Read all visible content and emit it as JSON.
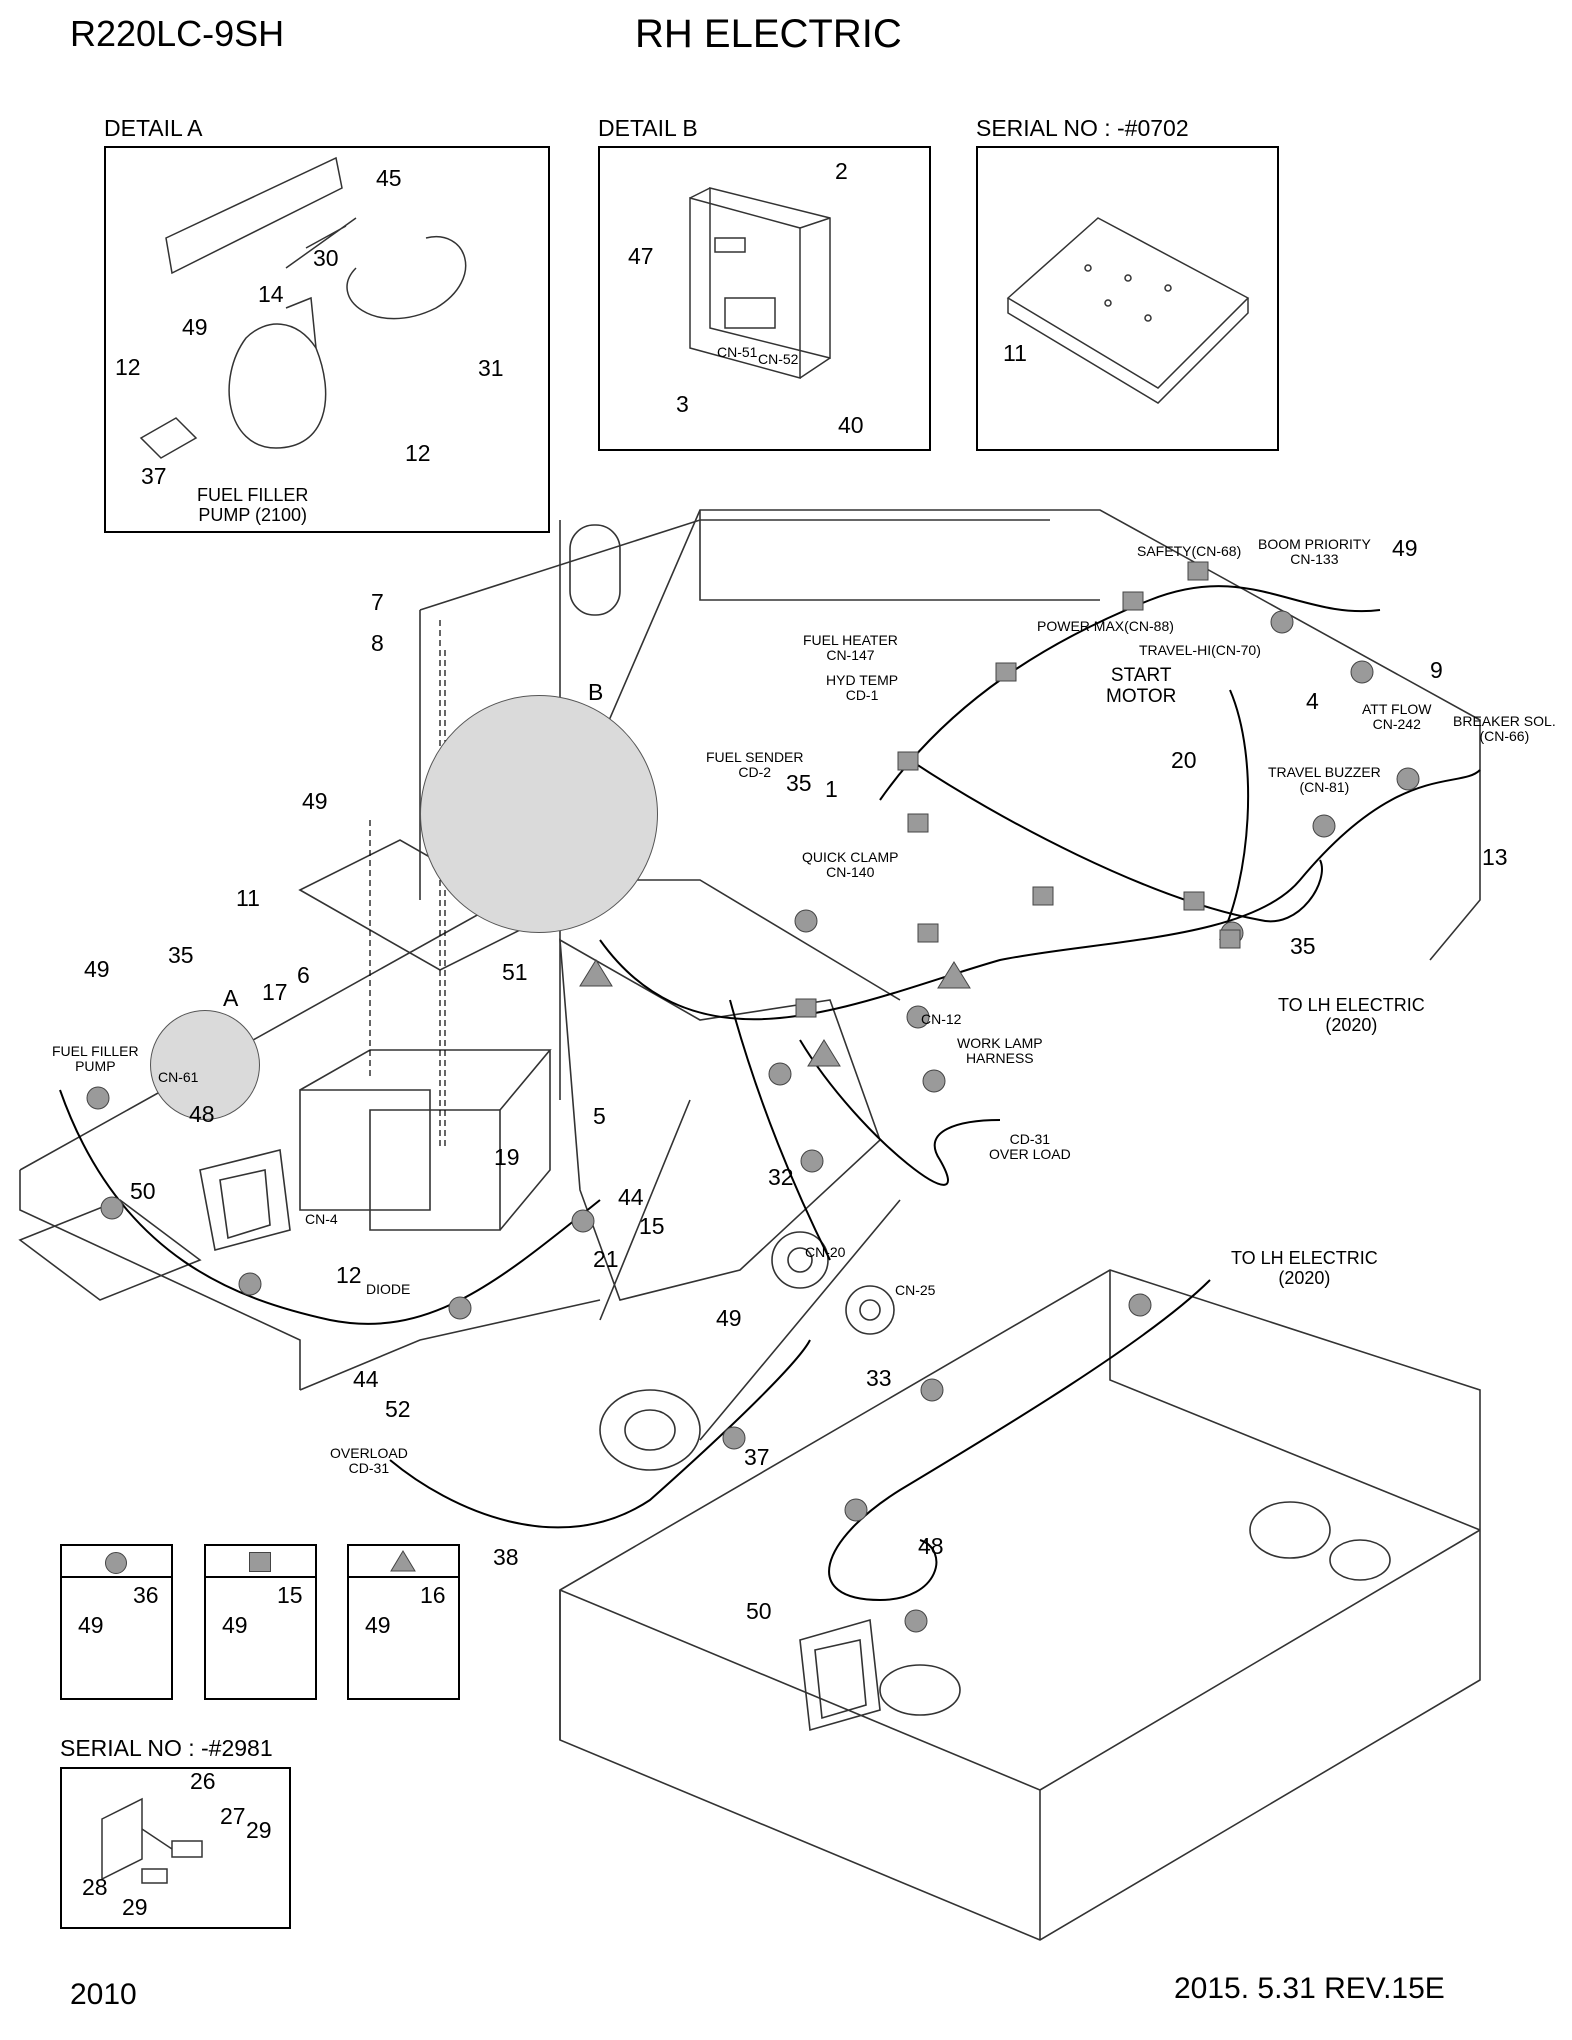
{
  "header": {
    "model": "R220LC-9SH",
    "title": "RH ELECTRIC"
  },
  "footer": {
    "page": "2010",
    "revision": "2015. 5.31  REV.15E"
  },
  "detail_a": {
    "title": "DETAIL  A",
    "callouts": [
      "45",
      "30",
      "14",
      "49",
      "12",
      "31",
      "37",
      "12"
    ],
    "note": "FUEL FILLER\nPUMP (2100)"
  },
  "detail_b": {
    "title": "DETAIL B",
    "callouts": [
      "2",
      "47",
      "3",
      "40"
    ],
    "connectors": [
      "CN-51",
      "CN-52"
    ]
  },
  "serial_0702": {
    "title": "SERIAL NO : -#0702",
    "callouts": [
      "11"
    ]
  },
  "serial_2981": {
    "title": "SERIAL NO : -#2981",
    "callouts": [
      "26",
      "27",
      "29",
      "28",
      "29"
    ]
  },
  "legend": [
    {
      "symbol": "circle",
      "items": [
        "49",
        "36"
      ]
    },
    {
      "symbol": "square",
      "items": [
        "49",
        "15"
      ]
    },
    {
      "symbol": "triangle",
      "items": [
        "49",
        "16"
      ]
    }
  ],
  "main": {
    "callouts": {
      "c7": "7",
      "c8": "8",
      "cB": "B",
      "c49a": "49",
      "c11": "11",
      "c49b": "49",
      "c35a": "35",
      "cA": "A",
      "c17": "17",
      "c6": "6",
      "c51": "51",
      "c48a": "48",
      "c5": "5",
      "c19": "19",
      "c50a": "50",
      "c12": "12",
      "c21": "21",
      "c44a": "44",
      "c15": "15",
      "c32": "32",
      "c49c": "49",
      "c33": "33",
      "c44b": "44",
      "c52": "52",
      "c37": "37",
      "c38": "38",
      "c48b": "48",
      "c50b": "50",
      "c1": "1",
      "c35b": "35",
      "c20": "20",
      "c4": "4",
      "c9": "9",
      "c49d": "49",
      "c13": "13",
      "c35c": "35"
    },
    "labels": {
      "fuel_heater": "FUEL HEATER\nCN-147",
      "hyd_temp": "HYD TEMP\nCD-1",
      "fuel_sender": "FUEL SENDER\nCD-2",
      "quick_clamp": "QUICK CLAMP\nCN-140",
      "power_max": "POWER MAX(CN-88)",
      "safety": "SAFETY(CN-68)",
      "boom_priority": "BOOM PRIORITY\nCN-133",
      "travel_hi": "TRAVEL-HI(CN-70)",
      "start_motor": "START\nMOTOR",
      "att_flow": "ATT FLOW\nCN-242",
      "breaker_sol": "BREAKER SOL.\n(CN-66)",
      "travel_buzzer": "TRAVEL BUZZER\n(CN-81)",
      "to_lh_1": "TO LH ELECTRIC\n(2020)",
      "to_lh_2": "TO LH ELECTRIC\n(2020)",
      "cn12": "CN-12",
      "work_lamp": "WORK LAMP\nHARNESS",
      "cd31_overload": "CD-31\nOVER LOAD",
      "fuel_filler_pump": "FUEL FILLER\nPUMP",
      "cn61": "CN-61",
      "cn4": "CN-4",
      "diode": "DIODE",
      "cn20": "CN-20",
      "cn25": "CN-25",
      "overload_cd31": "OVERLOAD\nCD-31"
    }
  }
}
